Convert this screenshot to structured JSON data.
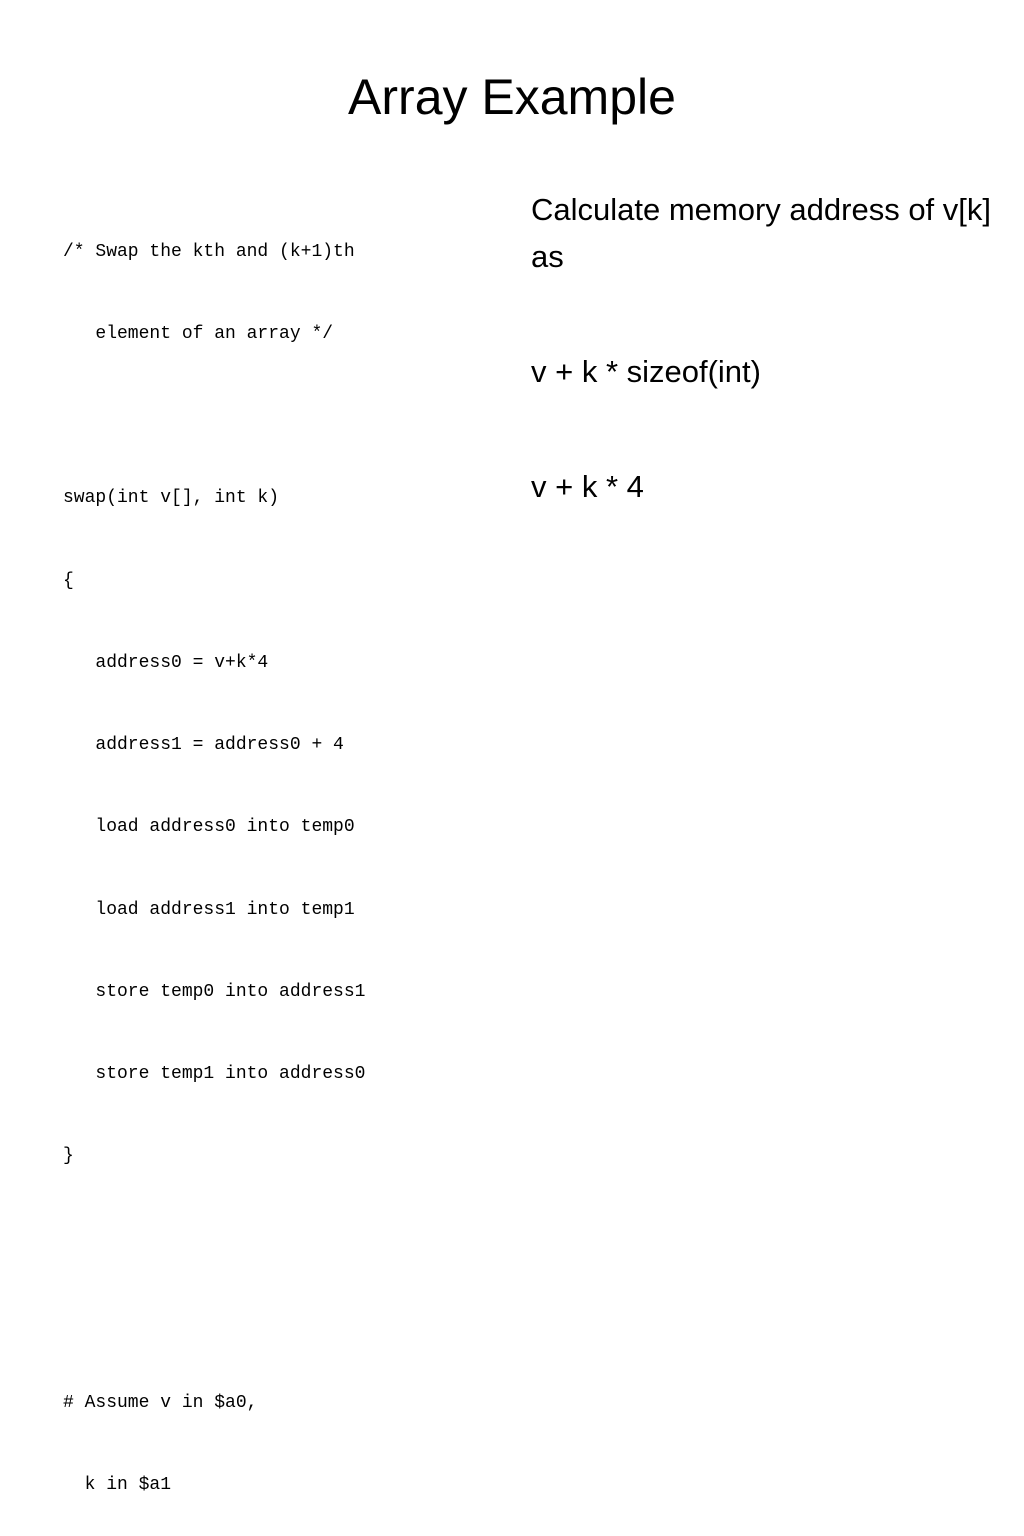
{
  "slide": {
    "title": "Array Example",
    "code_lines": [
      "/* Swap the kth and (k+1)th",
      "   element of an array */",
      "",
      "swap(int v[], int k)",
      "{",
      "   address0 = v+k*4",
      "   address1 = address0 + 4",
      "   load address0 into temp0",
      "   load address1 into temp1",
      "   store temp0 into address1",
      "   store temp1 into address0",
      "}",
      "",
      "",
      "# Assume v in $a0,",
      "  k in $a1"
    ],
    "bullets": [
      "Calculate memory address of v[k] as",
      "v + k * sizeof(int)",
      "v + k * 4"
    ]
  }
}
